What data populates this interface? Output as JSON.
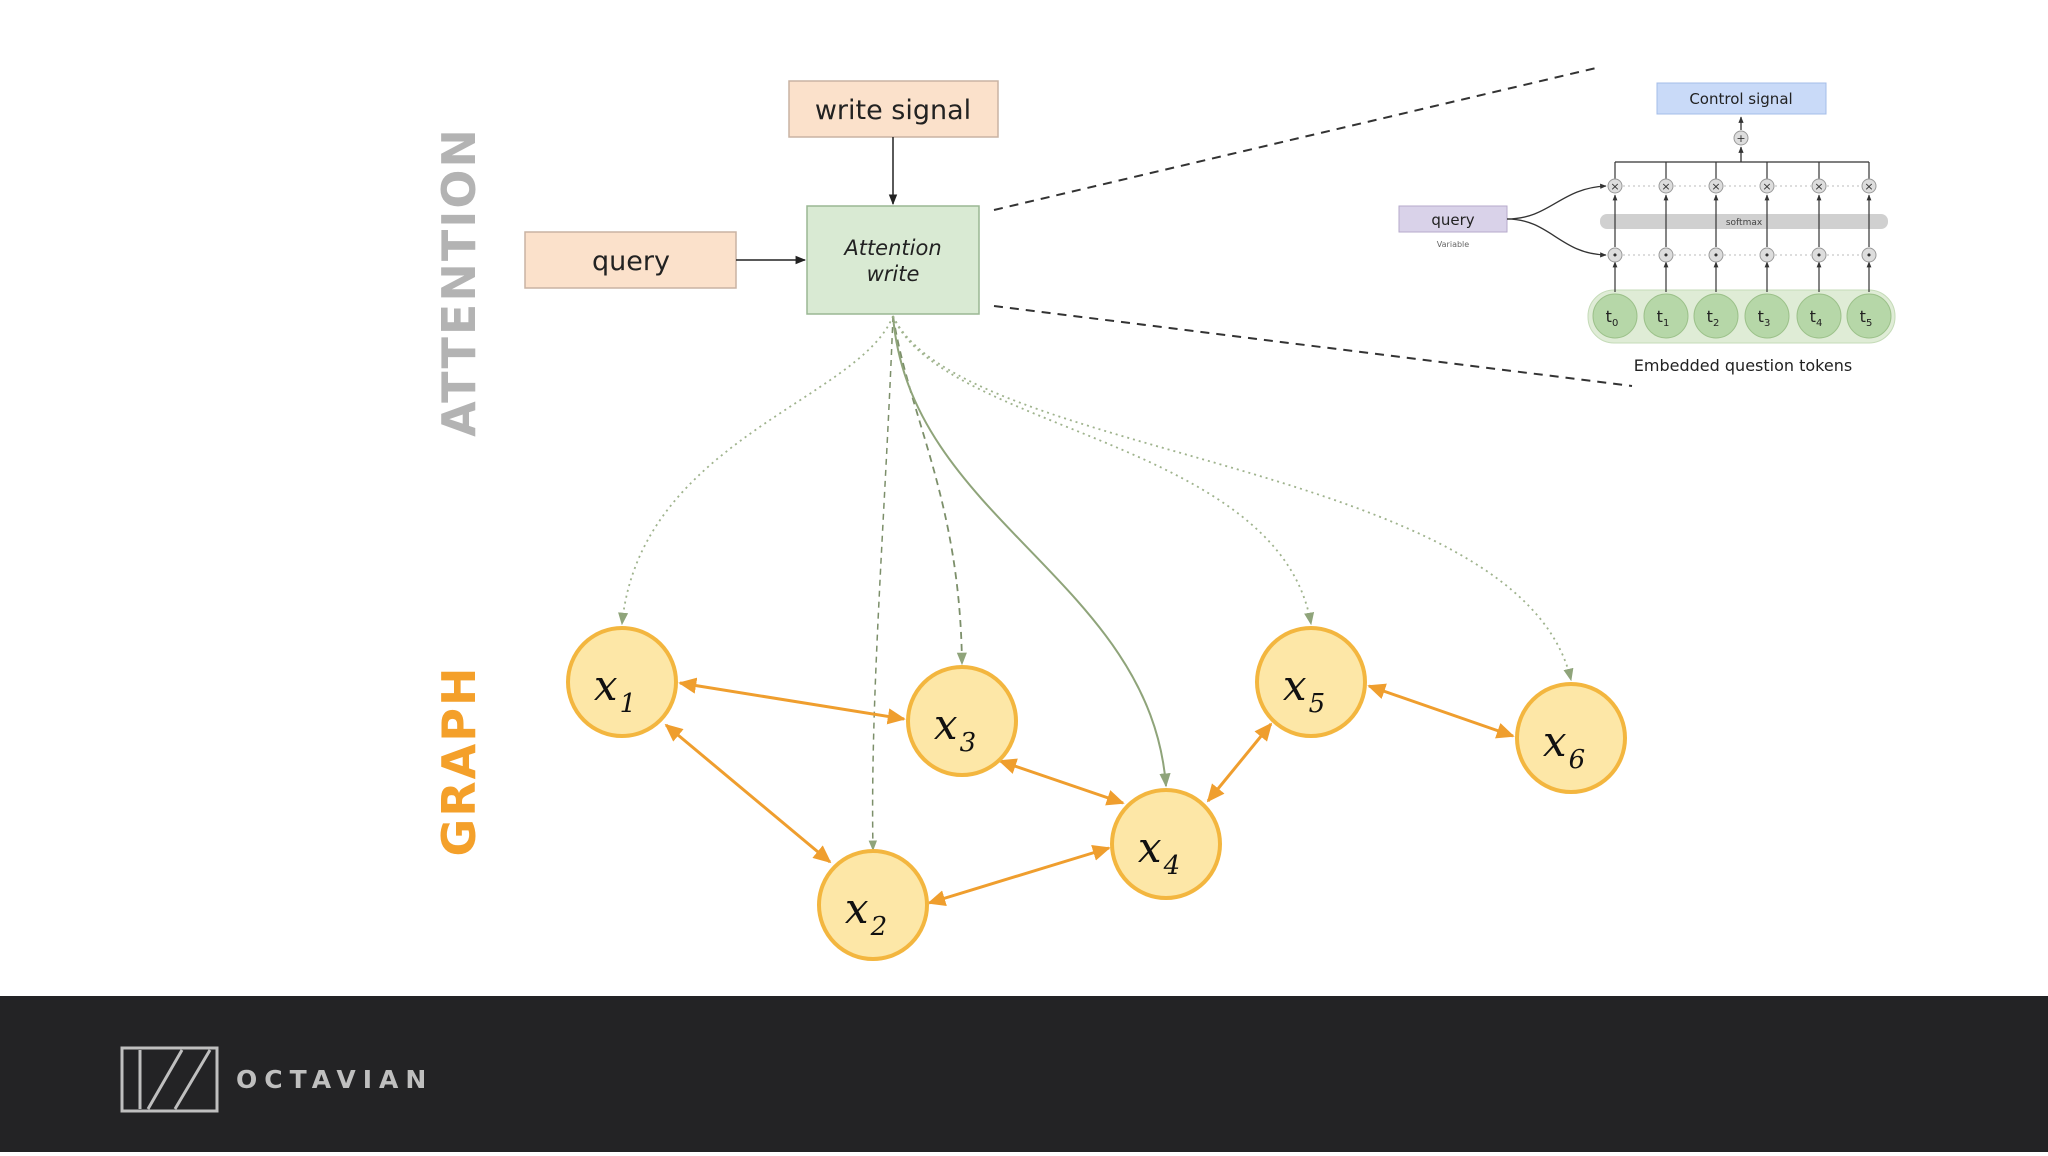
{
  "side_labels": {
    "attention": "ATTENTION",
    "graph": "GRAPH"
  },
  "attention": {
    "write_signal": "write signal",
    "query": "query",
    "attention_write_line1": "Attention",
    "attention_write_line2": "write"
  },
  "inset": {
    "control_signal": "Control signal",
    "plus": "+",
    "query": "query",
    "query_sub": "Variable",
    "softmax": "softmax",
    "caption": "Embedded question tokens",
    "multiply_symbol": "×",
    "dot_symbol": "•",
    "tokens": [
      {
        "base": "t",
        "sub": "0"
      },
      {
        "base": "t",
        "sub": "1"
      },
      {
        "base": "t",
        "sub": "2"
      },
      {
        "base": "t",
        "sub": "3"
      },
      {
        "base": "t",
        "sub": "4"
      },
      {
        "base": "t",
        "sub": "5"
      }
    ]
  },
  "graph": {
    "nodes": [
      {
        "base": "x",
        "sub": "1"
      },
      {
        "base": "x",
        "sub": "2"
      },
      {
        "base": "x",
        "sub": "3"
      },
      {
        "base": "x",
        "sub": "4"
      },
      {
        "base": "x",
        "sub": "5"
      },
      {
        "base": "x",
        "sub": "6"
      }
    ]
  },
  "footer": {
    "brand": "OCTAVIAN"
  },
  "colors": {
    "peach": "#fbe1cb",
    "peach_border": "#c9b3a3",
    "green_box": "#d9ead3",
    "green_border": "#9ab793",
    "node_fill": "#fde7a7",
    "node_stroke": "#f3b63f",
    "edge_orange": "#ef9e2e",
    "attn_line": "#8fa47a",
    "graph_label": "#f4a02a",
    "attention_label": "#b3b3b3",
    "footer_bg": "#232325",
    "footer_fg": "#bfbfbf",
    "control_blue": "#c9daf8",
    "query_lavender": "#d9d2e9",
    "token_green": "#b6d7a8"
  }
}
